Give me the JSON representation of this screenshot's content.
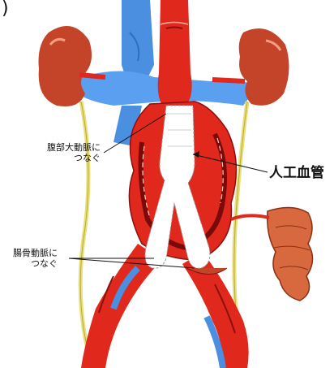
{
  "corner_mark": ")",
  "labels": {
    "aorta_line1": "腹部大動脈に",
    "aorta_line2": "つなぐ",
    "graft": "人工血管",
    "iliac_line1": "腸骨動脈に",
    "iliac_line2": "つなぐ"
  },
  "colors": {
    "artery": "#e0281c",
    "artery_dark": "#8a1010",
    "vein": "#4a8fe0",
    "kidney": "#c4442a",
    "ureter": "#e9e07a",
    "graft": "#ffffff",
    "intestine": "#d8683e"
  }
}
